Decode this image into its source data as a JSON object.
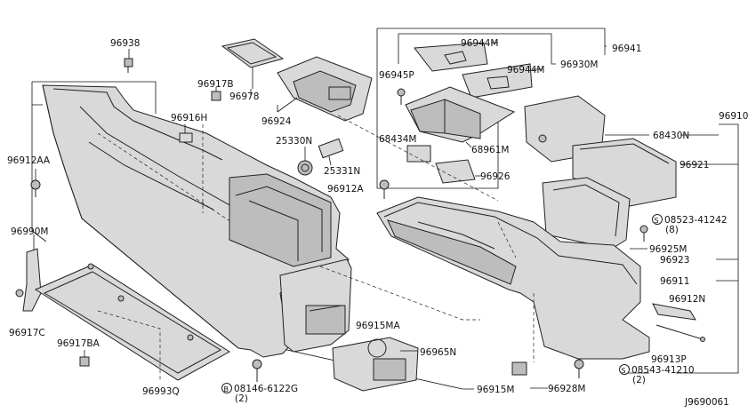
{
  "labels": {
    "p96938": "96938",
    "p96917B": "96917B",
    "p96978": "96978",
    "p96924": "96924",
    "p96916H": "96916H",
    "p25330N": "25330N",
    "p25331N": "25331N",
    "p96912AA": "96912AA",
    "p96944M_a": "96944M",
    "p96944M_b": "96944M",
    "p96945P": "96945P",
    "p96930M": "96930M",
    "p96941": "96941",
    "p68434M": "68434M",
    "p68961M": "68961M",
    "p96926": "96926",
    "p96912A": "96912A",
    "p96910": "96910",
    "p68430N": "68430N",
    "p96921": "96921",
    "p08523": "08523-41242",
    "p08523_qty": "(8)",
    "p96925M": "96925M",
    "p96923": "96923",
    "p96911": "96911",
    "p96912N": "96912N",
    "p96913P": "96913P",
    "p08543": "08543-41210",
    "p08543_qty": "(2)",
    "p96928M": "96928M",
    "p96915M": "96915M",
    "p96965N": "96965N",
    "p96915MA": "96915MA",
    "p96990M": "96990M",
    "p96917C": "96917C",
    "p96917BA": "96917BA",
    "p96993Q": "96993Q",
    "p08146": "08146-6122G",
    "p08146_qty": "(2)",
    "circle_S": "S",
    "circle_S2": "S",
    "circle_B": "B",
    "diagram_code": "J9690061"
  }
}
